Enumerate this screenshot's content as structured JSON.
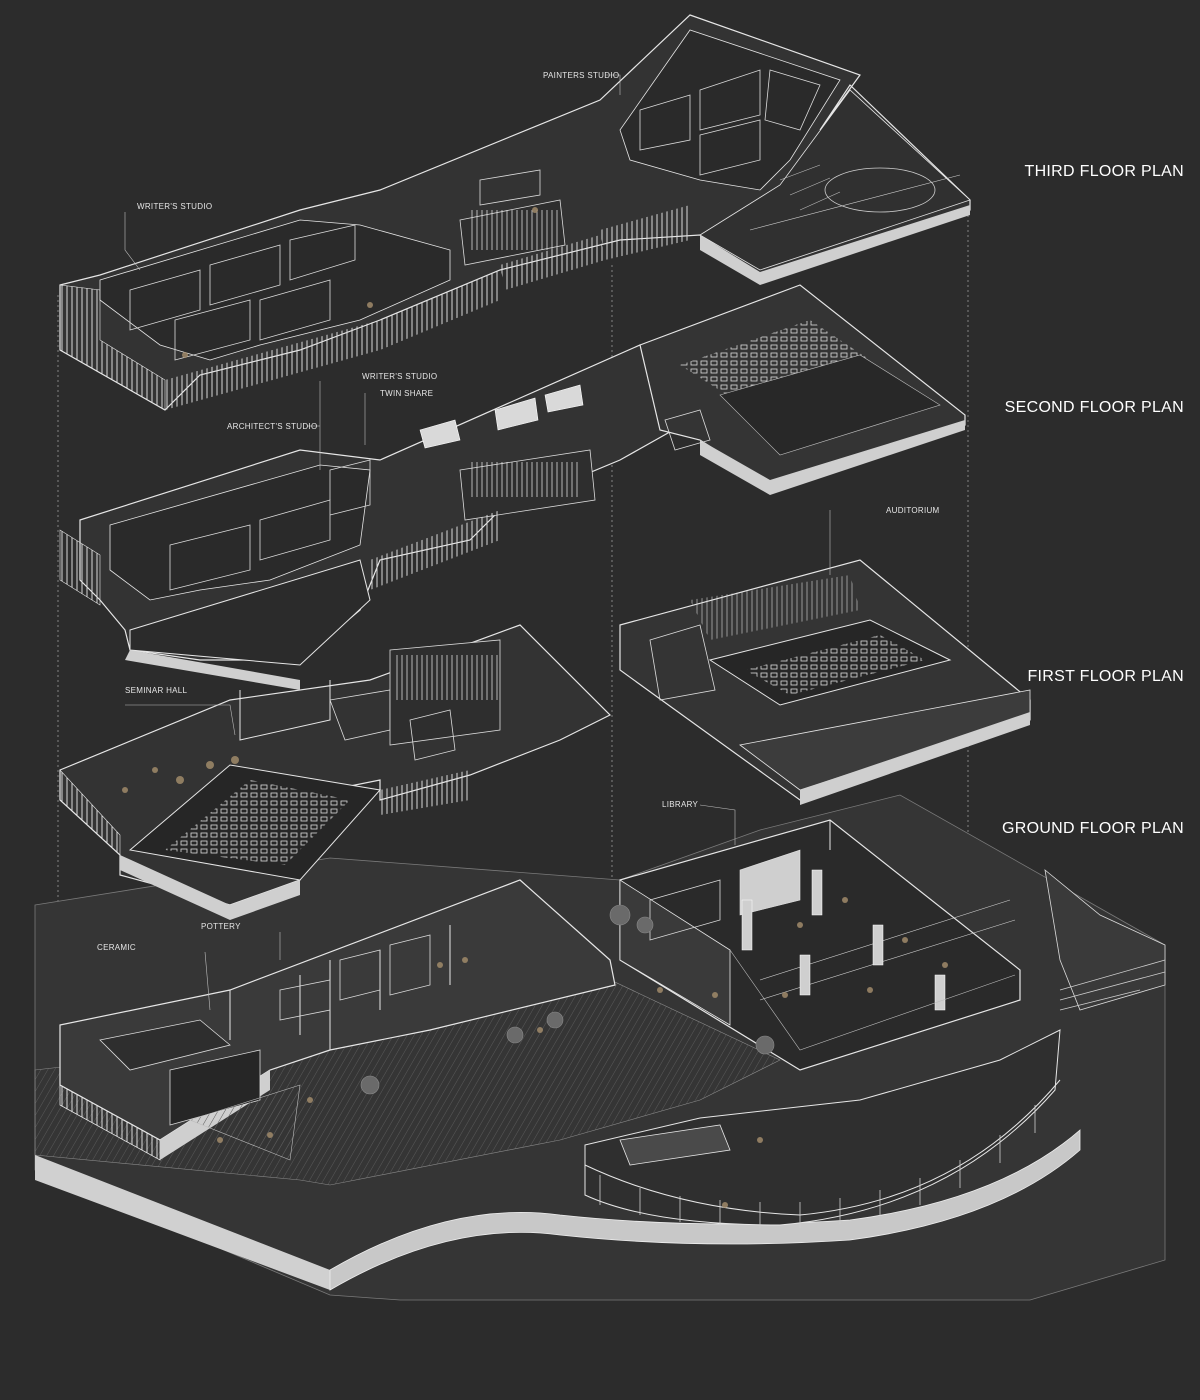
{
  "floors": {
    "third": "THIRD FLOOR PLAN",
    "second": "SECOND FLOOR PLAN",
    "first": "FIRST FLOOR PLAN",
    "ground": "GROUND FLOOR PLAN"
  },
  "labels": {
    "painters_studio": "PAINTERS STUDIO",
    "writers_studio_3f": "WRITER'S STUDIO",
    "writers_studio_2f": "WRITER'S STUDIO",
    "twin_share": "TWIN SHARE",
    "architects_studio": "ARCHITECT'S STUDIO",
    "auditorium": "AUDITORIUM",
    "seminar_hall": "SEMINAR HALL",
    "library": "LIBRARY",
    "pottery": "POTTERY",
    "ceramic": "CERAMIC"
  },
  "colors": {
    "background": "#2c2c2c",
    "linework": "#e8e8e8",
    "floor_fill": "#3a3a3a",
    "wall_fill": "#cfcfcf",
    "ground_fill": "#353535",
    "figure_accent": "#a08a6a"
  }
}
